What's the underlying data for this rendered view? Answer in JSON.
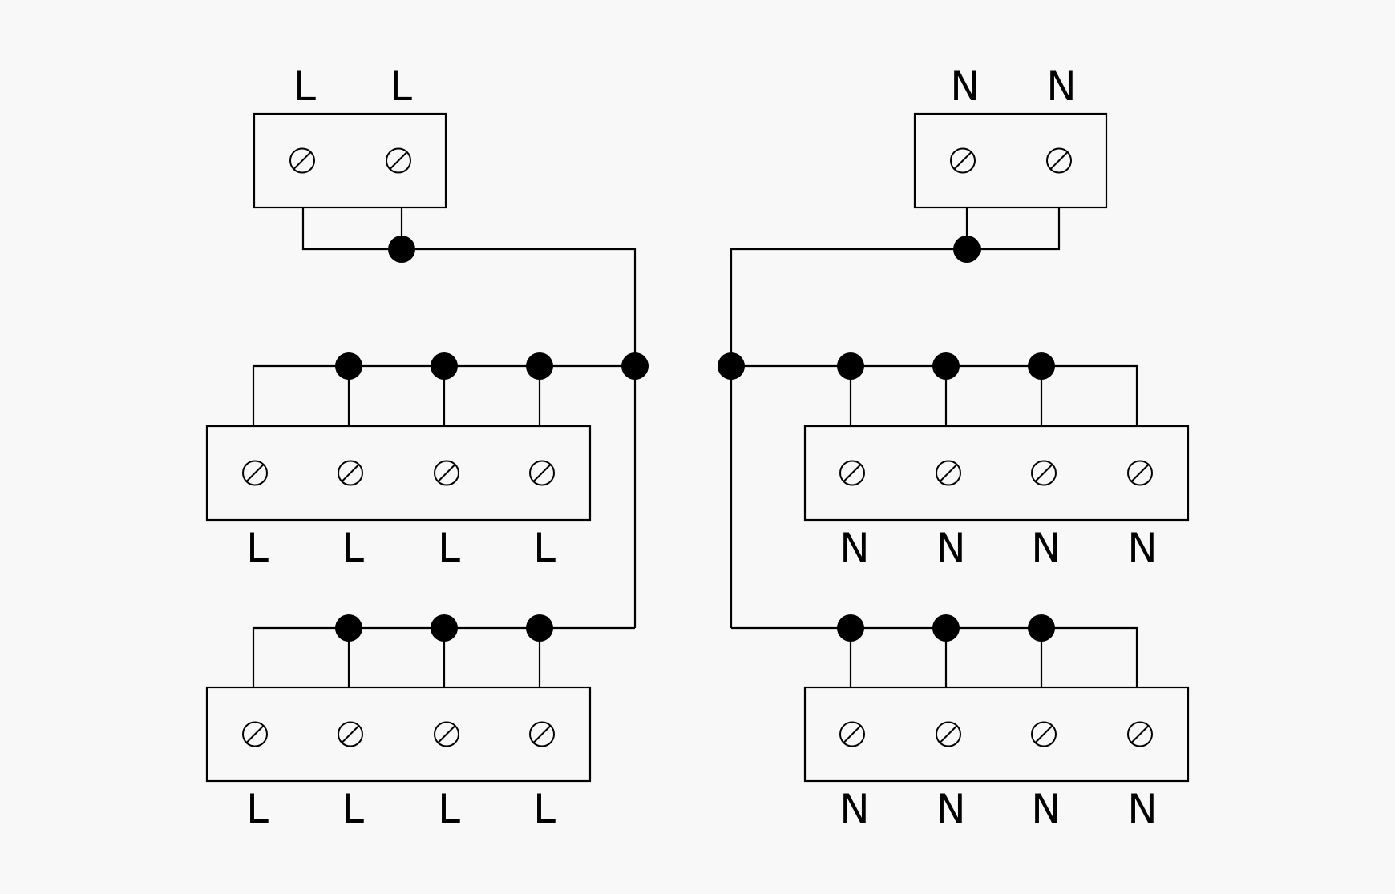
{
  "colors": {
    "background": "#f8f8f8",
    "ink": "#000000"
  },
  "line_side": {
    "supply_block": {
      "labels": [
        "L",
        "L"
      ]
    },
    "distribution_block_1": {
      "labels": [
        "L",
        "L",
        "L",
        "L"
      ]
    },
    "distribution_block_2": {
      "labels": [
        "L",
        "L",
        "L",
        "L"
      ]
    }
  },
  "neutral_side": {
    "supply_block": {
      "labels": [
        "N",
        "N"
      ]
    },
    "distribution_block_1": {
      "labels": [
        "N",
        "N",
        "N",
        "N"
      ]
    },
    "distribution_block_2": {
      "labels": [
        "N",
        "N",
        "N",
        "N"
      ]
    }
  }
}
